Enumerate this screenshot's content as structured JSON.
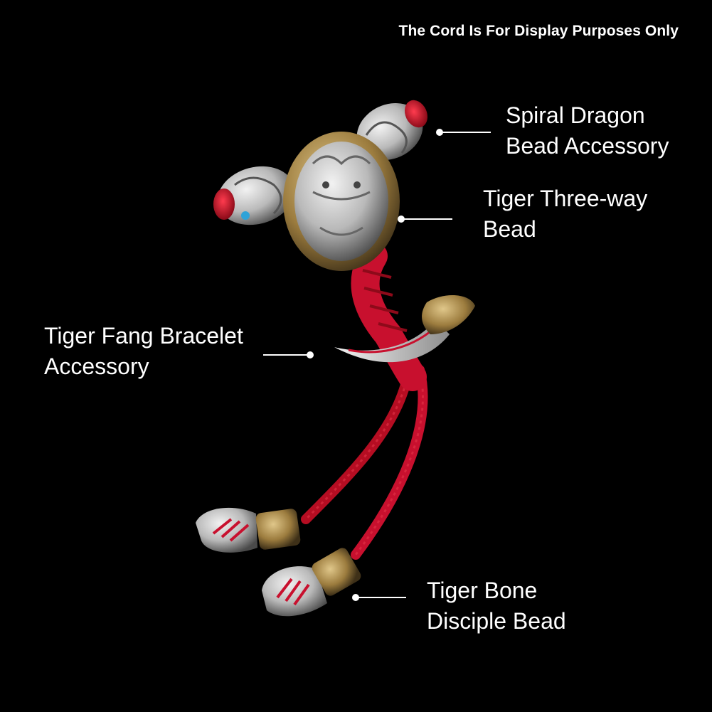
{
  "notice": "The Cord Is For Display Purposes Only",
  "labels": {
    "dragon": {
      "line1": "Spiral Dragon",
      "line2": "Bead Accessory"
    },
    "three": {
      "line1": "Tiger Three-way",
      "line2": "Bead"
    },
    "fang": {
      "line1": "Tiger Fang Bracelet",
      "line2": "Accessory"
    },
    "bone": {
      "line1": "Tiger Bone",
      "line2": "Disciple Bead"
    }
  },
  "colors": {
    "background": "#000000",
    "text": "#ffffff",
    "cord_red": "#c8102e",
    "silver": "#c9c9c9",
    "brass": "#a8884a"
  }
}
